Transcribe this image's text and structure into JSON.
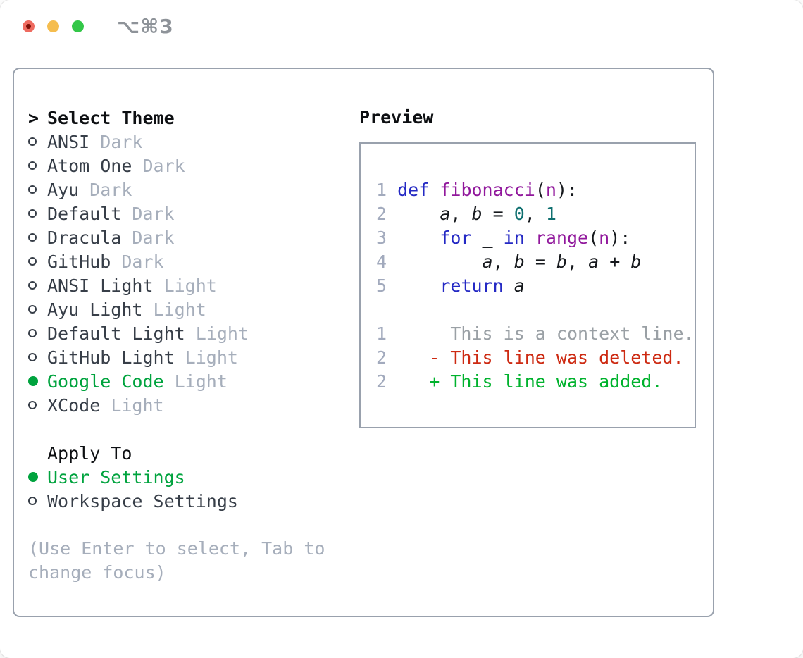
{
  "titlebar": {
    "shortcut": "⌥⌘3"
  },
  "colors": {
    "accent_green": "#00a33e",
    "text_primary": "#373e48",
    "text_secondary": "#a6aebb",
    "header_black": "#0d0f12",
    "panel_border": "#99a1ad",
    "keyword": "#2429c4",
    "function": "#91189c",
    "number_literal": "#0e6f6f",
    "code_plain": "#15181c",
    "line_number": "#a2aabd",
    "diff_context": "#9aa0a5",
    "diff_deleted": "#cd2a12",
    "diff_added": "#00b22d",
    "traffic_red": "#ee6a5f",
    "traffic_red_dot": "#7c1007",
    "traffic_yellow": "#f5bd4f",
    "traffic_green": "#33c748",
    "shortcut_gray": "#8e9399"
  },
  "theme_panel": {
    "cursor": ">",
    "title": "Select Theme",
    "themes": [
      {
        "name": "ANSI",
        "variant": "Dark",
        "selected": false
      },
      {
        "name": "Atom One",
        "variant": "Dark",
        "selected": false
      },
      {
        "name": "Ayu",
        "variant": "Dark",
        "selected": false
      },
      {
        "name": "Default",
        "variant": "Dark",
        "selected": false
      },
      {
        "name": "Dracula",
        "variant": "Dark",
        "selected": false
      },
      {
        "name": "GitHub",
        "variant": "Dark",
        "selected": false
      },
      {
        "name": "ANSI Light",
        "variant": "Light",
        "selected": false
      },
      {
        "name": "Ayu Light",
        "variant": "Light",
        "selected": false
      },
      {
        "name": "Default Light",
        "variant": "Light",
        "selected": false
      },
      {
        "name": "GitHub Light",
        "variant": "Light",
        "selected": false
      },
      {
        "name": "Google Code",
        "variant": "Light",
        "selected": true
      },
      {
        "name": "XCode",
        "variant": "Light",
        "selected": false
      }
    ],
    "apply_to": {
      "title": "Apply To",
      "options": [
        {
          "name": "User Settings",
          "selected": true
        },
        {
          "name": "Workspace Settings",
          "selected": false
        }
      ]
    },
    "hint": "(Use Enter to select, Tab to change focus)"
  },
  "preview": {
    "title": "Preview",
    "code_lines": [
      {
        "num": "1",
        "tokens": [
          {
            "c": "kw",
            "t": "def"
          },
          {
            "c": "pln",
            "t": " "
          },
          {
            "c": "fn",
            "t": "fibonacci"
          },
          {
            "c": "pln",
            "t": "("
          },
          {
            "c": "fn",
            "t": "n"
          },
          {
            "c": "pln",
            "t": "):"
          }
        ]
      },
      {
        "num": "2",
        "tokens": [
          {
            "c": "pln",
            "t": "    "
          },
          {
            "c": "var",
            "t": "a"
          },
          {
            "c": "pln",
            "t": ", "
          },
          {
            "c": "var",
            "t": "b"
          },
          {
            "c": "pln",
            "t": " = "
          },
          {
            "c": "num",
            "t": "0"
          },
          {
            "c": "pln",
            "t": ", "
          },
          {
            "c": "num",
            "t": "1"
          }
        ]
      },
      {
        "num": "3",
        "tokens": [
          {
            "c": "pln",
            "t": "    "
          },
          {
            "c": "kw",
            "t": "for"
          },
          {
            "c": "pln",
            "t": " _ "
          },
          {
            "c": "kw",
            "t": "in"
          },
          {
            "c": "pln",
            "t": " "
          },
          {
            "c": "fn",
            "t": "range"
          },
          {
            "c": "pln",
            "t": "("
          },
          {
            "c": "fn",
            "t": "n"
          },
          {
            "c": "pln",
            "t": "):"
          }
        ]
      },
      {
        "num": "4",
        "tokens": [
          {
            "c": "pln",
            "t": "        "
          },
          {
            "c": "var",
            "t": "a"
          },
          {
            "c": "pln",
            "t": ", "
          },
          {
            "c": "var",
            "t": "b"
          },
          {
            "c": "pln",
            "t": " = "
          },
          {
            "c": "var",
            "t": "b"
          },
          {
            "c": "pln",
            "t": ", "
          },
          {
            "c": "var",
            "t": "a"
          },
          {
            "c": "pln",
            "t": " + "
          },
          {
            "c": "var",
            "t": "b"
          }
        ]
      },
      {
        "num": "5",
        "tokens": [
          {
            "c": "pln",
            "t": "    "
          },
          {
            "c": "kw",
            "t": "return"
          },
          {
            "c": "pln",
            "t": " "
          },
          {
            "c": "var",
            "t": "a"
          }
        ]
      }
    ],
    "diff_lines": [
      {
        "num": "1",
        "type": "ctx",
        "text": "     This is a context line."
      },
      {
        "num": "2",
        "type": "del",
        "text": "   - This line was deleted."
      },
      {
        "num": "2",
        "type": "add",
        "text": "   + This line was added."
      }
    ]
  }
}
